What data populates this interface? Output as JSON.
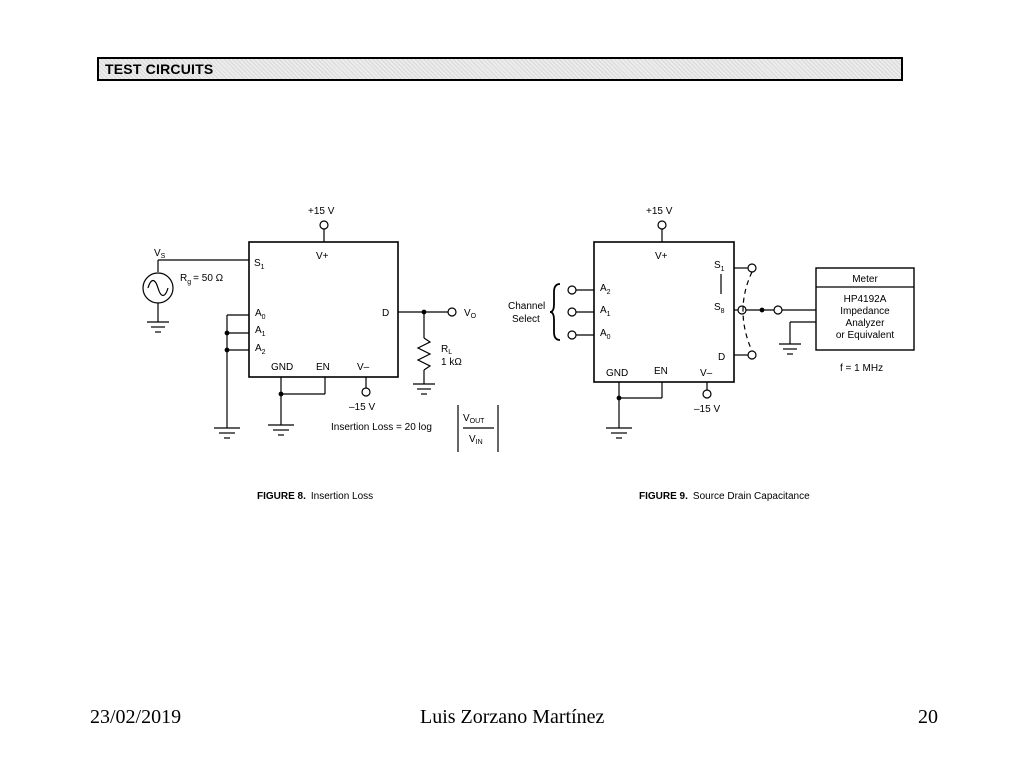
{
  "header": {
    "title": "TEST CIRCUITS"
  },
  "fig8": {
    "caption_num": "FIGURE 8.",
    "caption_text": "Insertion Loss",
    "vplus_supply": "+15 V",
    "vplus": "V+",
    "vs": "V",
    "vs_sub": "S",
    "rg": "R",
    "rg_sub": "g",
    "rg_val": "= 50 Ω",
    "s1": "S",
    "s1_sub": "1",
    "a0": "A",
    "a0_sub": "0",
    "a1": "A",
    "a1_sub": "1",
    "a2": "A",
    "a2_sub": "2",
    "d": "D",
    "gnd": "GND",
    "en": "EN",
    "vminus": "V–",
    "vminus_supply": "–15 V",
    "vo": "V",
    "vo_sub": "O",
    "rl": "R",
    "rl_sub": "L",
    "rl_val": "1 kΩ",
    "insertion_loss": "Insertion Loss = 20 log",
    "vout": "V",
    "vout_sub": "OUT",
    "vin": "V",
    "vin_sub": "IN"
  },
  "fig9": {
    "caption_num": "FIGURE 9.",
    "caption_text": "Source Drain Capacitance",
    "vplus_supply": "+15 V",
    "vplus": "V+",
    "channel": "Channel",
    "select": "Select",
    "a2": "A",
    "a2_sub": "2",
    "a1": "A",
    "a1_sub": "1",
    "a0": "A",
    "a0_sub": "0",
    "s1": "S",
    "s1_sub": "1",
    "s8": "S",
    "s8_sub": "8",
    "d": "D",
    "gnd": "GND",
    "en": "EN",
    "vminus": "V–",
    "vminus_supply": "–15 V",
    "meter_title": "Meter",
    "meter_line1": "HP4192A",
    "meter_line2": "Impedance",
    "meter_line3": "Analyzer",
    "meter_line4": "or Equivalent",
    "freq": "f = 1 MHz"
  },
  "footer": {
    "date": "23/02/2019",
    "author": "Luis Zorzano Martínez",
    "page": "20"
  }
}
